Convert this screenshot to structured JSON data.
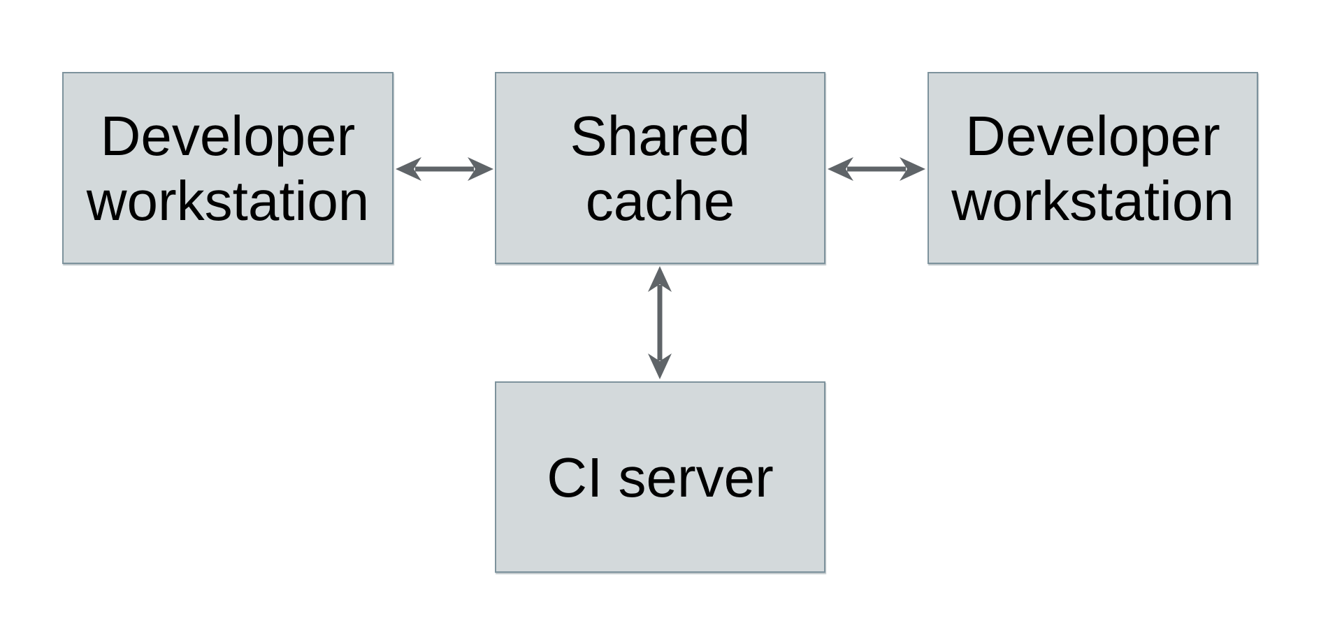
{
  "diagram": {
    "type": "architecture-diagram",
    "background_color": "#ffffff",
    "node_fill_color": "#d3d9db",
    "node_border_color": "#7d929c",
    "arrow_color": "#5f6468",
    "text_color": "#000000",
    "nodes": [
      {
        "id": "developer-workstation-left",
        "label": "Developer\nworkstation",
        "position": "top-left"
      },
      {
        "id": "shared-cache",
        "label": "Shared\ncache",
        "position": "top-center"
      },
      {
        "id": "developer-workstation-right",
        "label": "Developer\nworkstation",
        "position": "top-right"
      },
      {
        "id": "ci-server",
        "label": "CI server",
        "position": "bottom-center"
      }
    ],
    "edges": [
      {
        "from": "developer-workstation-left",
        "to": "shared-cache",
        "direction": "bidirectional",
        "orientation": "horizontal"
      },
      {
        "from": "shared-cache",
        "to": "developer-workstation-right",
        "direction": "bidirectional",
        "orientation": "horizontal"
      },
      {
        "from": "shared-cache",
        "to": "ci-server",
        "direction": "bidirectional",
        "orientation": "vertical"
      }
    ]
  }
}
